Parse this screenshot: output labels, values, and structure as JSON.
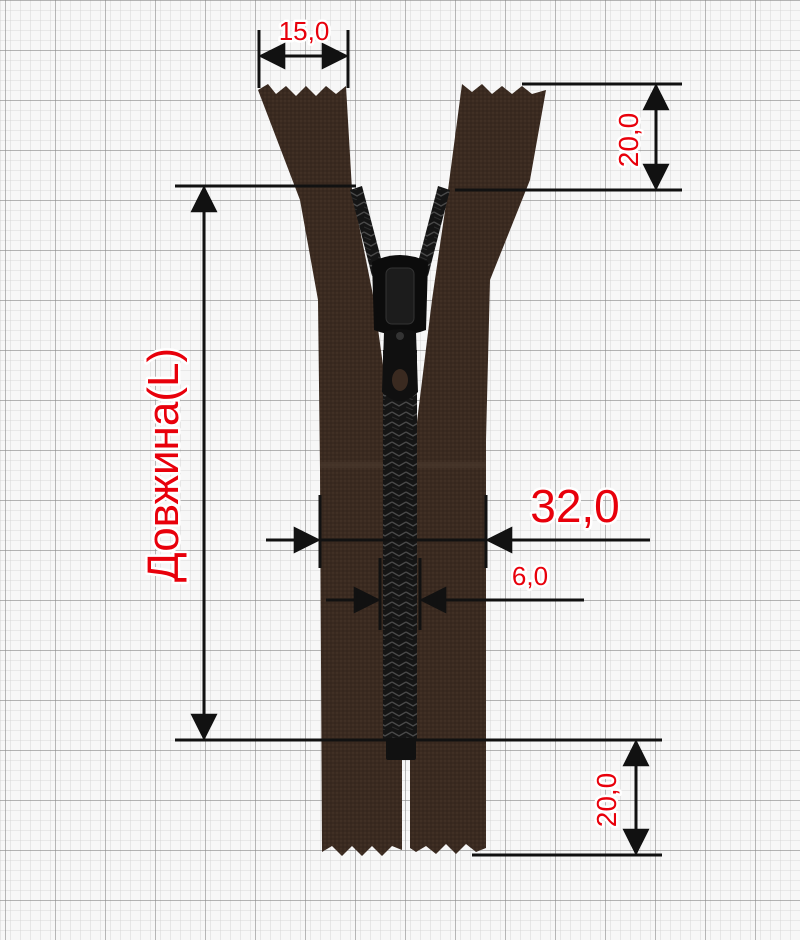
{
  "colors": {
    "tape": "#3a2a20",
    "tape_dark": "#2a1d15",
    "teeth": "#141414",
    "slider": "#0c0c0c",
    "grid_minor": "#c9c9c9",
    "grid_major": "#8e8e8e",
    "dimension_line": "#111111",
    "label": "#e8000b"
  },
  "icons": {
    "slider": "zipper-slider-icon",
    "arrow": "arrowhead-icon"
  },
  "dimensions": {
    "top_width": "15,0",
    "top_tape_length": "20,0",
    "length_label": "Довжина(L)",
    "total_width": "32,0",
    "teeth_width": "6,0",
    "bottom_tape_length": "20,0"
  }
}
